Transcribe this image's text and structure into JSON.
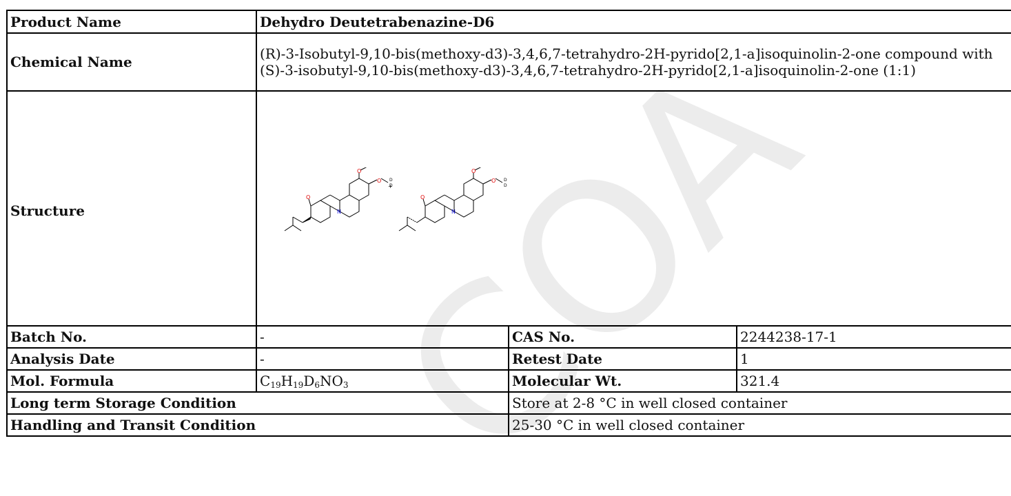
{
  "product_name": {
    "label": "Product Name",
    "value": "Dehydro Deutetrabenazine-D6"
  },
  "chemical_name": {
    "label": "Chemical Name",
    "value": "(R)-3-Isobutyl-9,10-bis(methoxy-d3)-3,4,6,7-tetrahydro-2H-pyrido[2,1-a]isoquinolin-2-one compound with (S)-3-isobutyl-9,10-bis(methoxy-d3)-3,4,6,7-tetrahydro-2H-pyrido[2,1-a]isoquinolin-2-one (1:1)"
  },
  "structure": {
    "label": "Structure",
    "atoms": {
      "oxygen": "O",
      "nitrogen": "N",
      "deuterium": "D",
      "plus": "+"
    },
    "colors": {
      "oxygen": "#e00000",
      "nitrogen": "#1010e0",
      "bond": "#000000"
    }
  },
  "batch": {
    "label": "Batch No.",
    "value": "-"
  },
  "cas": {
    "label": "CAS No.",
    "value": "2244238-17-1"
  },
  "analysis_date": {
    "label": "Analysis Date",
    "value": "-"
  },
  "retest_date": {
    "label": "Retest Date",
    "value": "1"
  },
  "formula": {
    "label": "Mol. Formula",
    "parts": [
      {
        "t": "C",
        "sub": "19"
      },
      {
        "t": "H",
        "sub": "19"
      },
      {
        "t": "D",
        "sub": "6"
      },
      {
        "t": "N",
        "sub": ""
      },
      {
        "t": "O",
        "sub": "3"
      }
    ]
  },
  "mol_wt": {
    "label": "Molecular Wt.",
    "value": "321.4"
  },
  "storage": {
    "label": "Long term Storage Condition",
    "value": "Store at 2-8 °C in well closed container"
  },
  "transit": {
    "label": "Handling and Transit Condition",
    "value": "25-30 °C in well closed container"
  },
  "watermark": {
    "text": "COA",
    "color": "#ececec"
  }
}
